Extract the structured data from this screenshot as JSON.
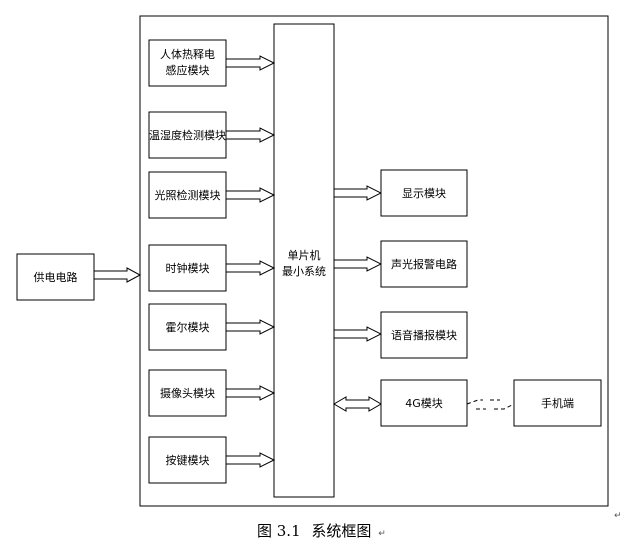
{
  "diagram": {
    "power_supply": "供电电路",
    "mcu": {
      "line1": "单片机",
      "line2": "最小系统"
    },
    "inputs": [
      {
        "line1": "人体热释电",
        "line2": "感应模块"
      },
      {
        "line1": "温湿度检测模块"
      },
      {
        "line1": "光照检测模块"
      },
      {
        "line1": "时钟模块"
      },
      {
        "line1": "霍尔模块"
      },
      {
        "line1": "摄像头模块"
      },
      {
        "line1": "按键模块"
      }
    ],
    "outputs": [
      {
        "label": "显示模块"
      },
      {
        "label": "声光报警电路"
      },
      {
        "label": "语音播报模块"
      }
    ],
    "module_4g": "4G模块",
    "phone": "手机端"
  },
  "caption": {
    "text": "图 3.1",
    "text2": "系统框图"
  },
  "marks": {
    "return": "↵"
  }
}
